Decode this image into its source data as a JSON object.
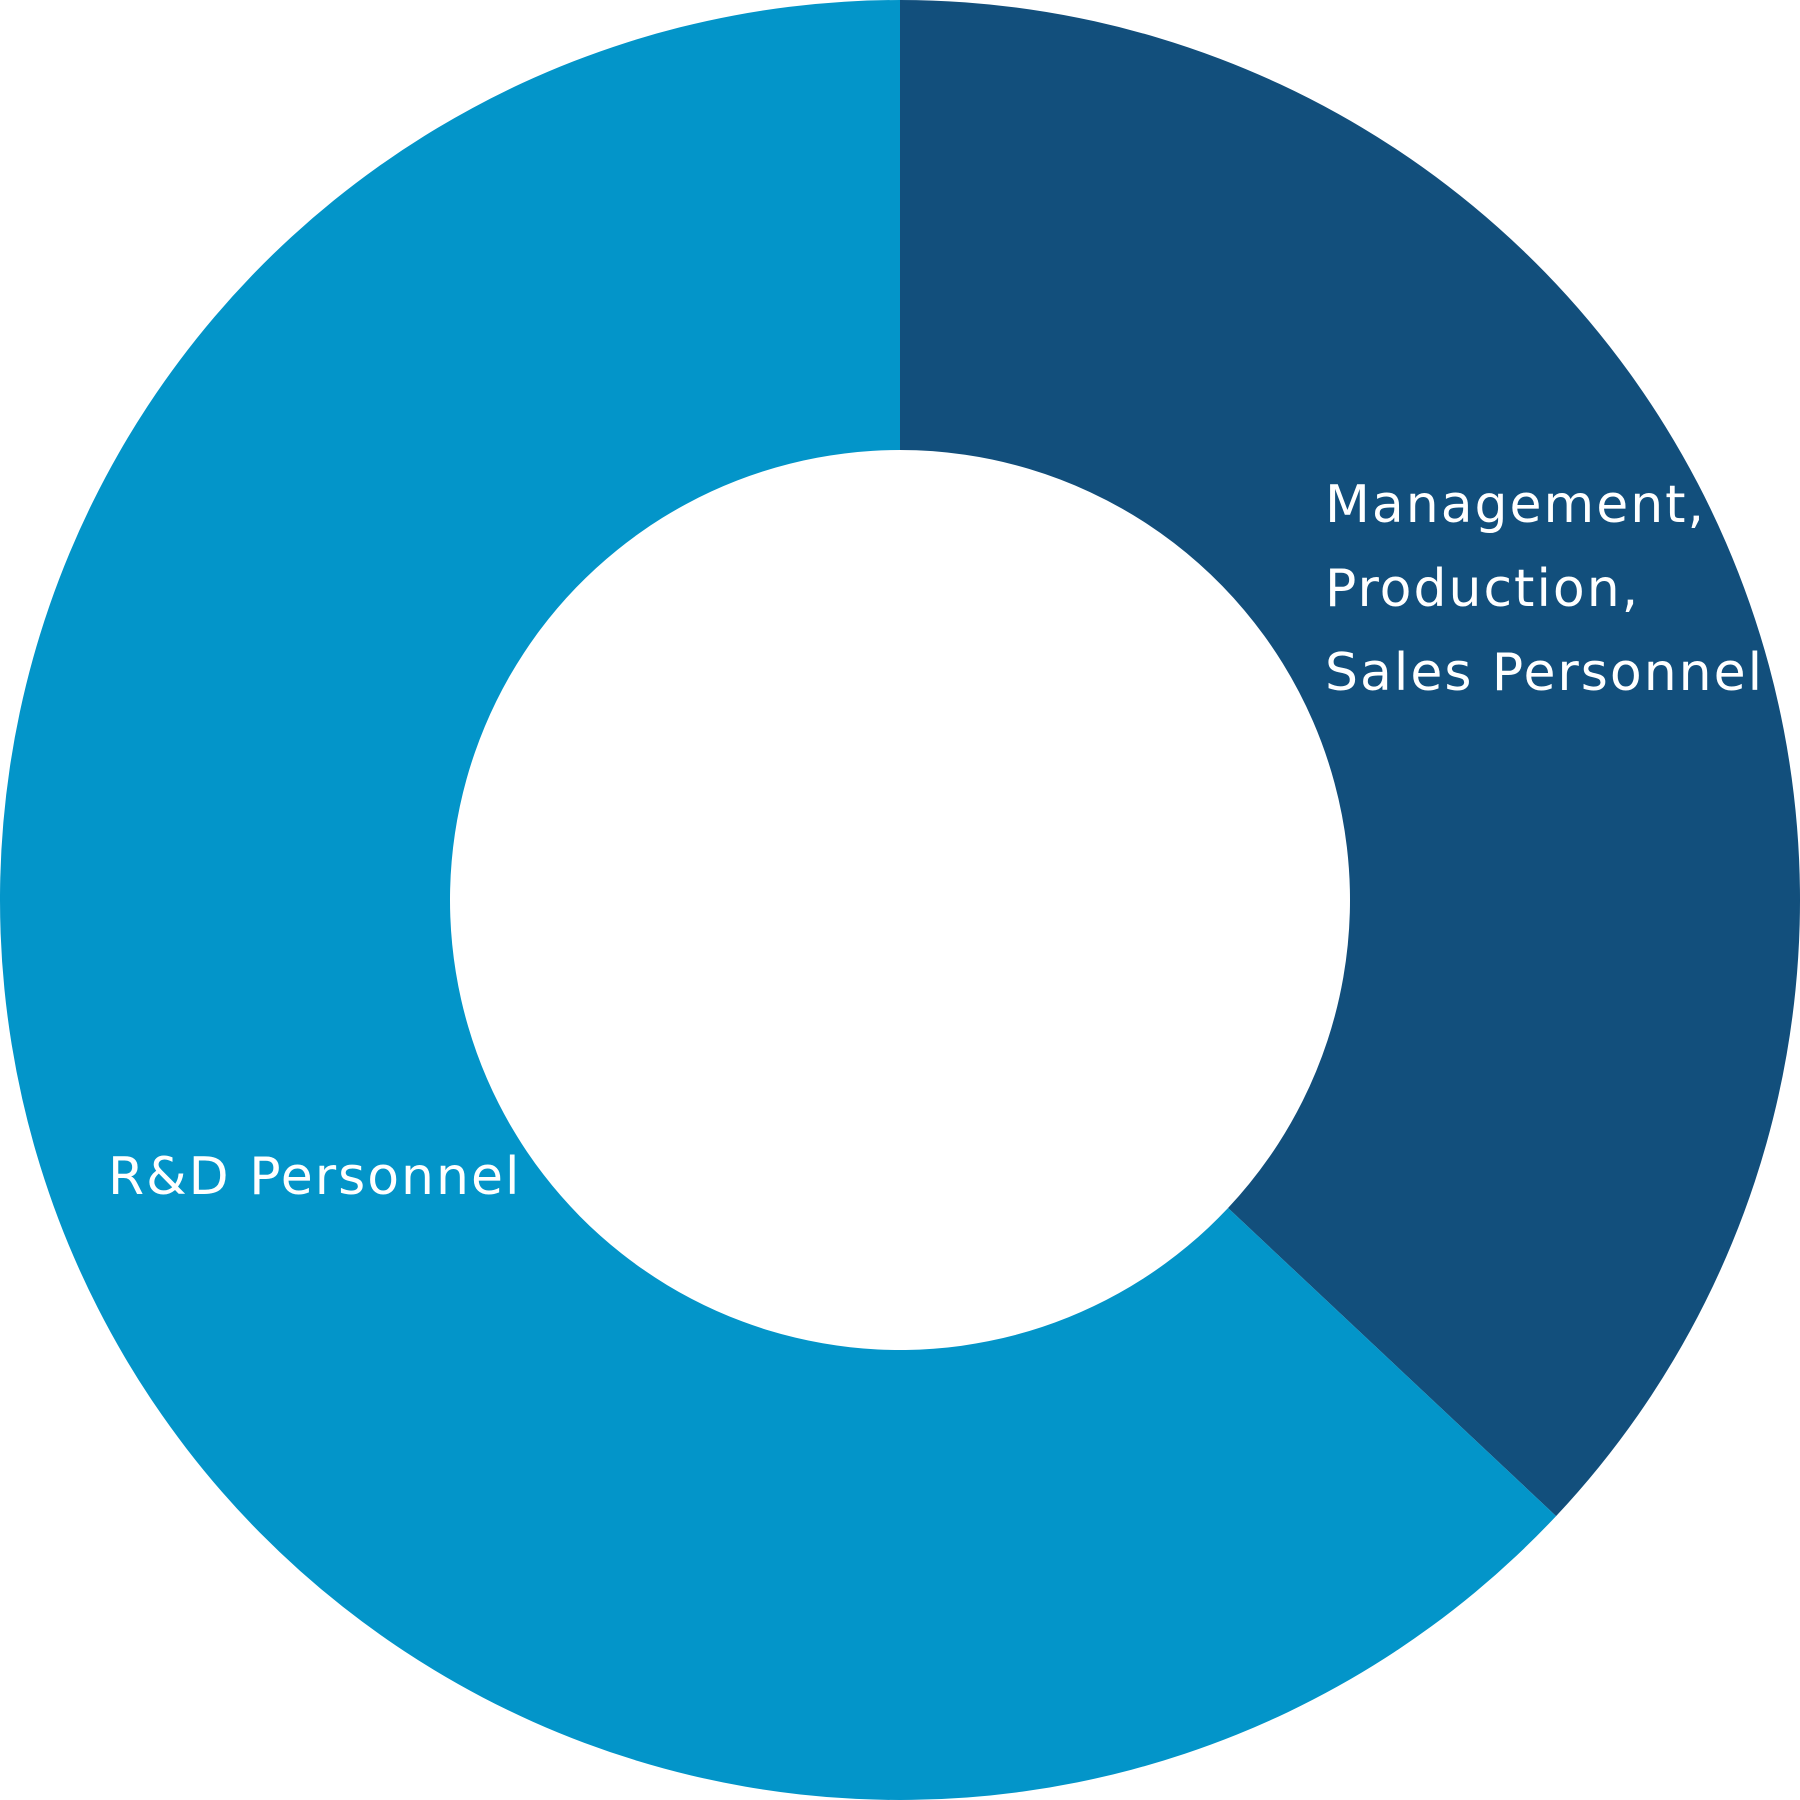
{
  "chart_data": {
    "type": "pie",
    "style": "donut",
    "categories": [
      "Management,\nProduction,\nSales Personnel",
      "R&D Personnel"
    ],
    "series": [
      {
        "values": [
          37,
          63
        ]
      }
    ],
    "colors": {
      "management_production_sales": "#124F7C",
      "rd": "#0395C9"
    },
    "legend": "none",
    "labels": {
      "management_production_sales": [
        "Management,",
        "Production,",
        "Sales Personnel"
      ],
      "rd": [
        "R&D Personnel"
      ]
    }
  }
}
